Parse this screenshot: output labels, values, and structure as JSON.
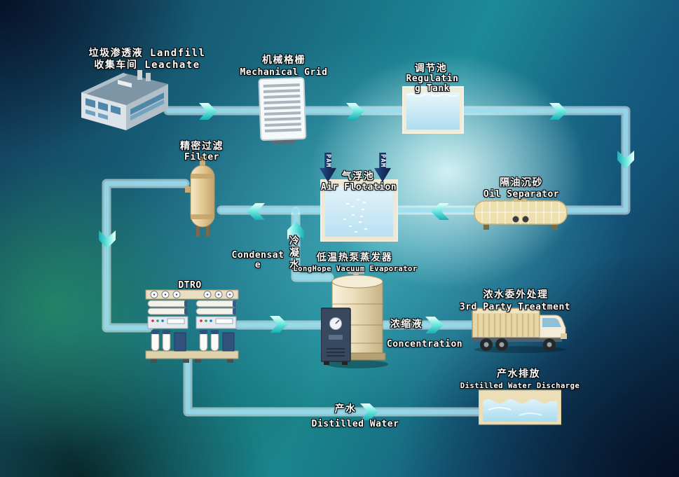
{
  "nodes": {
    "collection": {
      "line1": "垃圾渗透液 Landfill",
      "line2": "收集车间 Leachate"
    },
    "grid": {
      "zh": "机械格栅",
      "en": "Mechanical Grid"
    },
    "tank": {
      "zh": "调节池",
      "en": "Regulating Tank"
    },
    "oil": {
      "zh": "隔油沉砂",
      "en": "Oil Separator"
    },
    "airflot": {
      "zh": "气浮池",
      "en": "Air Flotation"
    },
    "filter": {
      "zh": "精密过滤",
      "en": "Filter"
    },
    "dtro": {
      "en": "DTRO"
    },
    "evaporator": {
      "zh": "低温热泵蒸发器",
      "en": "LongHope Vacuum Evaporator"
    },
    "thirdparty": {
      "zh": "浓水委外处理",
      "en": "3rd Party Treatment"
    },
    "discharge": {
      "zh": "产水排放",
      "en": "Distilled Water Discharge"
    }
  },
  "streams": {
    "condensate": {
      "en": "Condensate",
      "zh": "冷凝水"
    },
    "concentration": {
      "zh": "浓缩液",
      "en": "Concentration"
    },
    "distilled": {
      "zh": "产水",
      "en": "Distilled Water"
    },
    "pam": "PAM"
  },
  "colors": {
    "flow_arrow_teal": "#2ec9c6",
    "pipe_blue": "#9fdef0",
    "pam_navy": "#1b3a70",
    "label_text": "#ffffff",
    "vessel_cream": "#ecdfae",
    "water_blue": "#bfe3f2"
  }
}
